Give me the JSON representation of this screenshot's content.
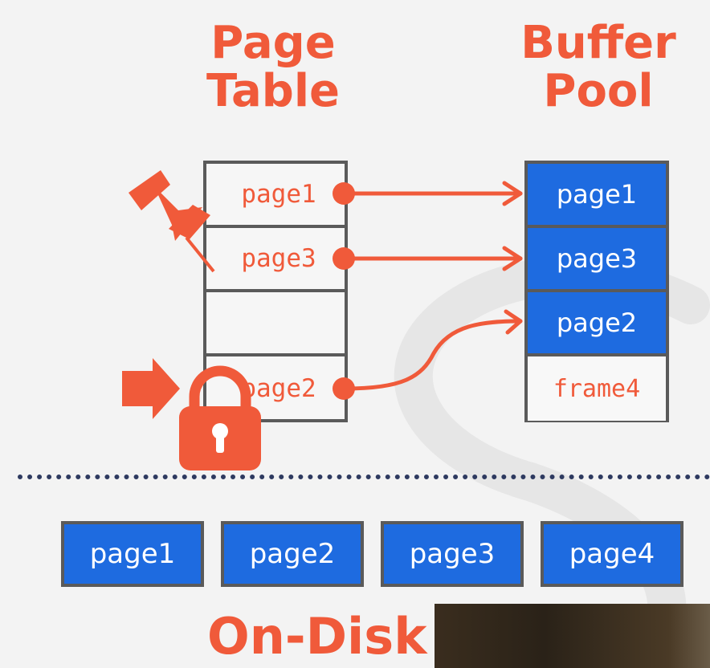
{
  "headings": {
    "page_table_line1": "Page",
    "page_table_line2": "Table",
    "buffer_pool_line1": "Buffer",
    "buffer_pool_line2": "Pool",
    "on_disk": "On-Disk"
  },
  "page_table": [
    "page1",
    "page3",
    "",
    "page2"
  ],
  "buffer_pool": [
    "page1",
    "page3",
    "page2",
    "frame4"
  ],
  "disk_pages": [
    "page1",
    "page2",
    "page3",
    "page4"
  ],
  "icons": [
    "pin-icon",
    "arrow-right-icon",
    "lock-icon"
  ],
  "colors": {
    "accent": "#f05a3a",
    "page_fill": "#1e6be0",
    "border": "#5a5a5a",
    "divider": "#2e3a60"
  }
}
